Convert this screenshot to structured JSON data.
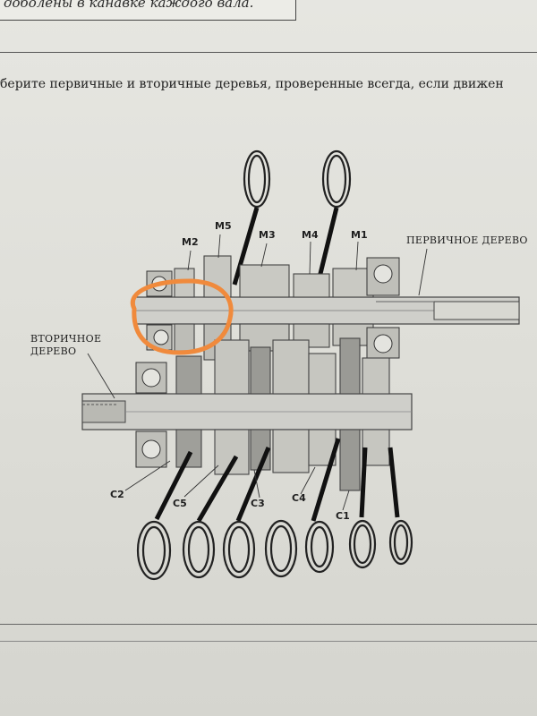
{
  "header": {
    "top_fragment": "доболены в канавке каждого вала.",
    "intro_text": "берите первичные и вторичные деревья, проверенные всегда, если движен"
  },
  "diagram": {
    "primary_shaft_label": "ПЕРВИЧНОЕ ДЕРЕВО",
    "secondary_shaft_label_line1": "ВТОРИЧНОЕ",
    "secondary_shaft_label_line2": "ДЕРЕВО",
    "gear_labels_top": [
      "M2",
      "M5",
      "M3",
      "M4",
      "M1"
    ],
    "gear_labels_bottom": [
      "C2",
      "C5",
      "C3",
      "C4",
      "C1"
    ],
    "highlight_color": "#f08a3c"
  }
}
